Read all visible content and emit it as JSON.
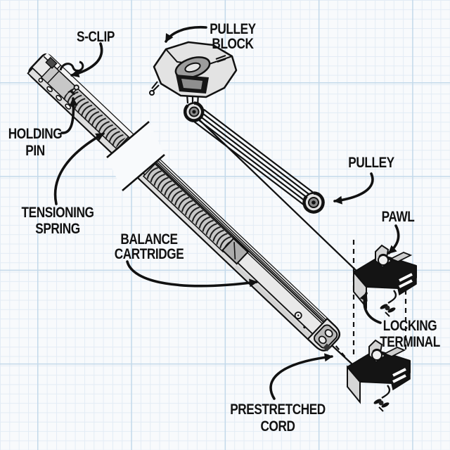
{
  "palette": {
    "background": "#f8fafc",
    "grid_minor": "#e3ecf5",
    "grid_major": "#c3d9ea",
    "ink": "#111111",
    "metal_light": "#e9e9e9",
    "metal_mid": "#c7c7c7",
    "metal_dark": "#141414"
  },
  "diagram": {
    "labels": {
      "s_clip": {
        "text": "S-CLIP"
      },
      "pulley_block": {
        "line1": "PULLEY",
        "line2": "BLOCK"
      },
      "holding_pin": {
        "line1": "HOLDING",
        "line2": "PIN"
      },
      "tensioning_spring": {
        "line1": "TENSIONING",
        "line2": "SPRING"
      },
      "balance_cartridge": {
        "line1": "BALANCE",
        "line2": "CARTRIDGE"
      },
      "pulley": {
        "text": "PULLEY"
      },
      "pawl": {
        "text": "PAWL"
      },
      "locking_terminal": {
        "line1": "LOCKING",
        "line2": "TERMINAL"
      },
      "prestretched_cord": {
        "line1": "PRESTRETCHED",
        "line2": "CORD"
      }
    }
  }
}
